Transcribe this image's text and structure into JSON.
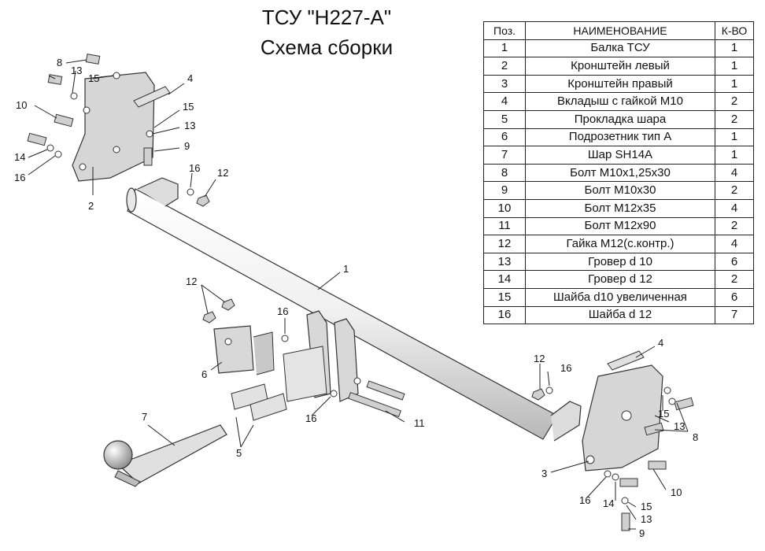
{
  "header": {
    "title": "ТСУ \"H227-A\"",
    "subtitle": "Схема сборки"
  },
  "table": {
    "headers": [
      "Поз.",
      "НАИМЕНОВАНИЕ",
      "К-ВО"
    ],
    "rows": [
      [
        "1",
        "Балка ТСУ",
        "1"
      ],
      [
        "2",
        "Кронштейн левый",
        "1"
      ],
      [
        "3",
        "Кронштейн правый",
        "1"
      ],
      [
        "4",
        "Вкладыш с гайкой М10",
        "2"
      ],
      [
        "5",
        "Прокладка шара",
        "2"
      ],
      [
        "6",
        "Подрозетник тип А",
        "1"
      ],
      [
        "7",
        "Шар SH14A",
        "1"
      ],
      [
        "8",
        "Болт М10х1,25х30",
        "4"
      ],
      [
        "9",
        "Болт М10х30",
        "2"
      ],
      [
        "10",
        "Болт М12х35",
        "4"
      ],
      [
        "11",
        "Болт М12х90",
        "2"
      ],
      [
        "12",
        "Гайка М12(с.контр.)",
        "4"
      ],
      [
        "13",
        "Гровер d 10",
        "6"
      ],
      [
        "14",
        "Гровер d 12",
        "2"
      ],
      [
        "15",
        "Шайба d10 увеличенная",
        "6"
      ],
      [
        "16",
        "Шайба d 12",
        "7"
      ]
    ]
  },
  "callouts": {
    "c1": "1",
    "c2": "2",
    "c3": "3",
    "c4a": "4",
    "c4b": "4",
    "c5": "5",
    "c6": "6",
    "c7": "7",
    "c8a": "8",
    "c8b": "8",
    "c9a": "9",
    "c9b": "9",
    "c10a": "10",
    "c10b": "10",
    "c11": "11",
    "c12a": "12",
    "c12b": "12",
    "c12c": "12",
    "c13a": "13",
    "c13b": "13",
    "c13c": "13",
    "c13d": "13",
    "c14a": "14",
    "c14b": "14",
    "c15a": "15",
    "c15b": "15",
    "c15c": "15",
    "c15d": "15",
    "c16a": "16",
    "c16b": "16",
    "c16c": "16",
    "c16d": "16",
    "c16e": "16",
    "c16f": "16"
  }
}
